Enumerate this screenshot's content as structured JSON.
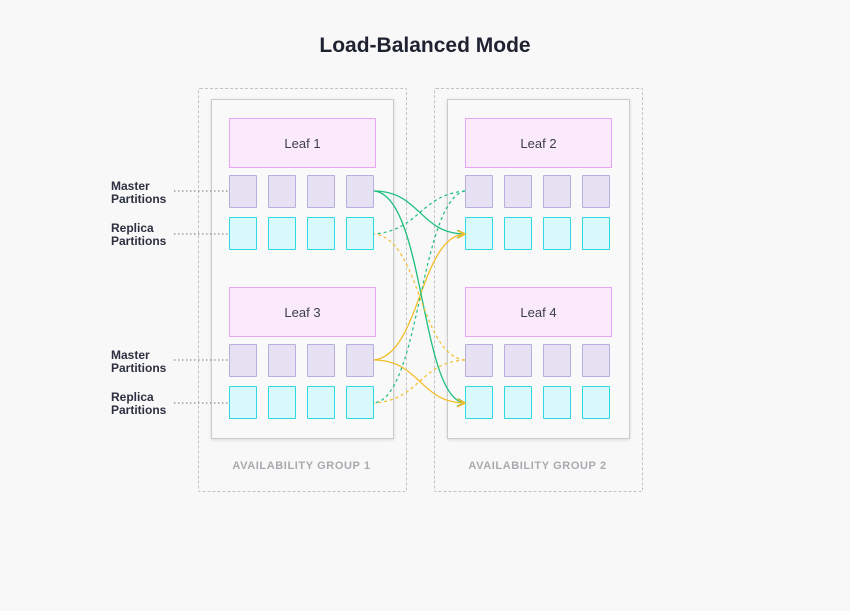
{
  "title": "Load-Balanced Mode",
  "groups": [
    {
      "label": "AVAILABILITY GROUP 1"
    },
    {
      "label": "AVAILABILITY GROUP 2"
    }
  ],
  "leaves": [
    {
      "label": "Leaf 1"
    },
    {
      "label": "Leaf 2"
    },
    {
      "label": "Leaf 3"
    },
    {
      "label": "Leaf 4"
    }
  ],
  "partition_labels": {
    "master": [
      "Master",
      "Partitions"
    ],
    "replica": [
      "Replica",
      "Partitions"
    ]
  },
  "colors": {
    "green_link": "#1dbf7e",
    "yellow_link": "#f3bd2a",
    "master_fill": "#e6e2f4",
    "replica_fill": "#d8fafc",
    "leaf_fill": "#fbe9fc"
  }
}
